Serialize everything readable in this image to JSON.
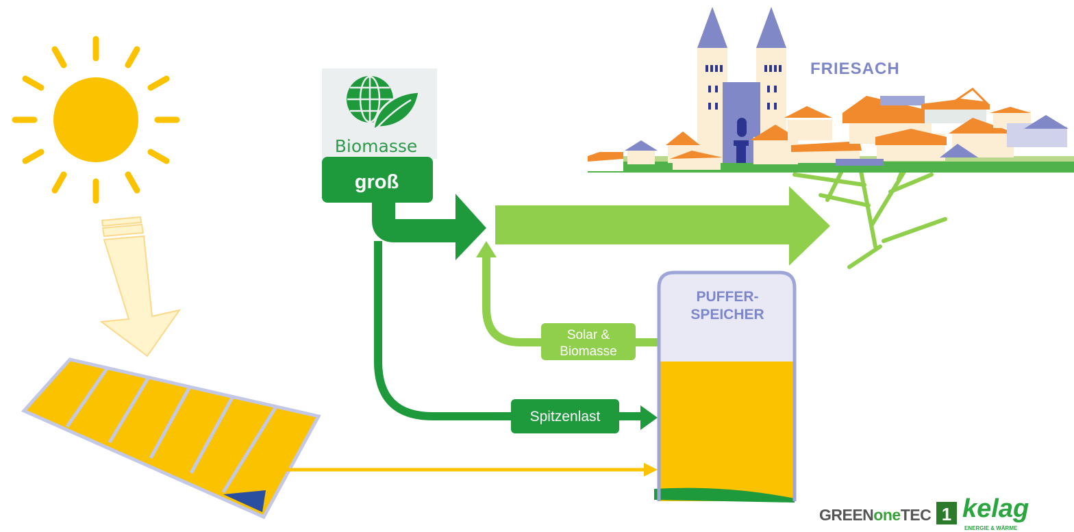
{
  "biomass": {
    "icon": "globe-leaf-icon",
    "title": "Biomasse",
    "size_label": "groß"
  },
  "town": {
    "name": "FRIESACH"
  },
  "storage": {
    "line1": "PUFFER-",
    "line2": "SPEICHER"
  },
  "flows": {
    "solar_biomass_line1": "Solar &",
    "solar_biomass_line2": "Biomasse",
    "peak_load": "Spitzenlast"
  },
  "logos": {
    "greenonetec_green": "GREEN",
    "greenonetec_one": "one",
    "greenonetec_tec": "TEC",
    "greenonetec_mark": "1",
    "kelag": "kelag",
    "kelag_tagline": "ENERGIE & WÄRME"
  },
  "colors": {
    "dark_green": "#1a9a3a",
    "light_green": "#8fcf4c",
    "solar_yellow": "#fbc200",
    "storage_outline": "#9ea6d8",
    "storage_top": "#e8e9f5",
    "town_text": "#7d86c8",
    "church": "#8088c8"
  }
}
